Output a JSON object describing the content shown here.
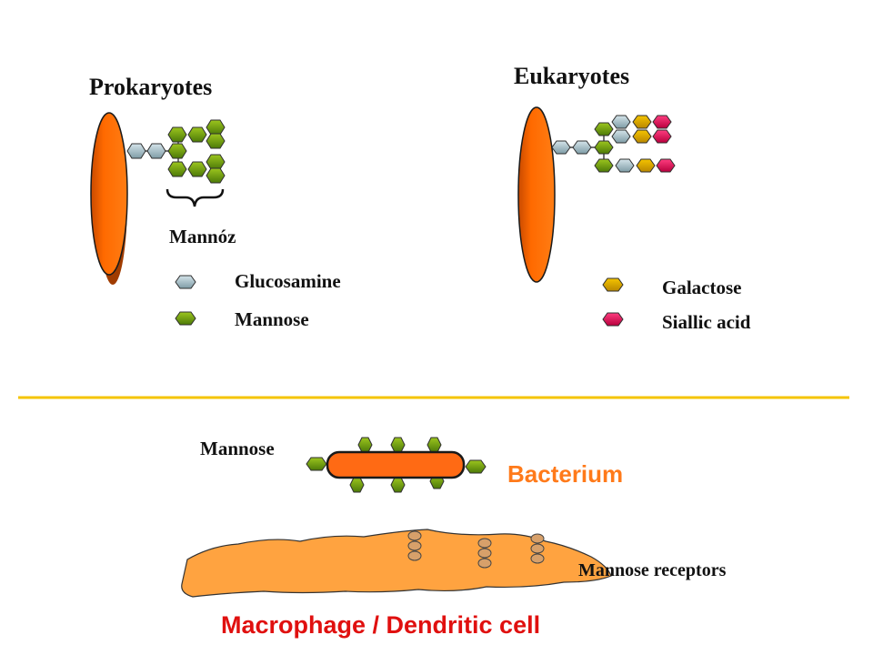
{
  "prokaryotes": {
    "title": "Prokaryotes",
    "brace_label": "Mannóz",
    "legend": [
      {
        "text": "Glucosamine",
        "color": "#a9c3cc"
      },
      {
        "text": "Mannose",
        "color": "#6a9a12"
      }
    ]
  },
  "eukaryotes": {
    "title": "Eukaryotes",
    "legend": [
      {
        "text": "Galactose",
        "color": "#d8a300"
      },
      {
        "text": "Siallic acid",
        "color": "#e0115f"
      }
    ]
  },
  "lower": {
    "mannose_label": "Mannose",
    "bacterium_label": "Bacterium",
    "receptors_label": "Mannose receptors",
    "cell_label": "Macrophage / Dendritic cell"
  },
  "colors": {
    "membrane_orange": "#ff6a00",
    "divider_yellow": "#f5c400",
    "cell_orange": "#ffa340",
    "receptor_tan": "#d7a06a",
    "title_red": "#e0100f"
  }
}
